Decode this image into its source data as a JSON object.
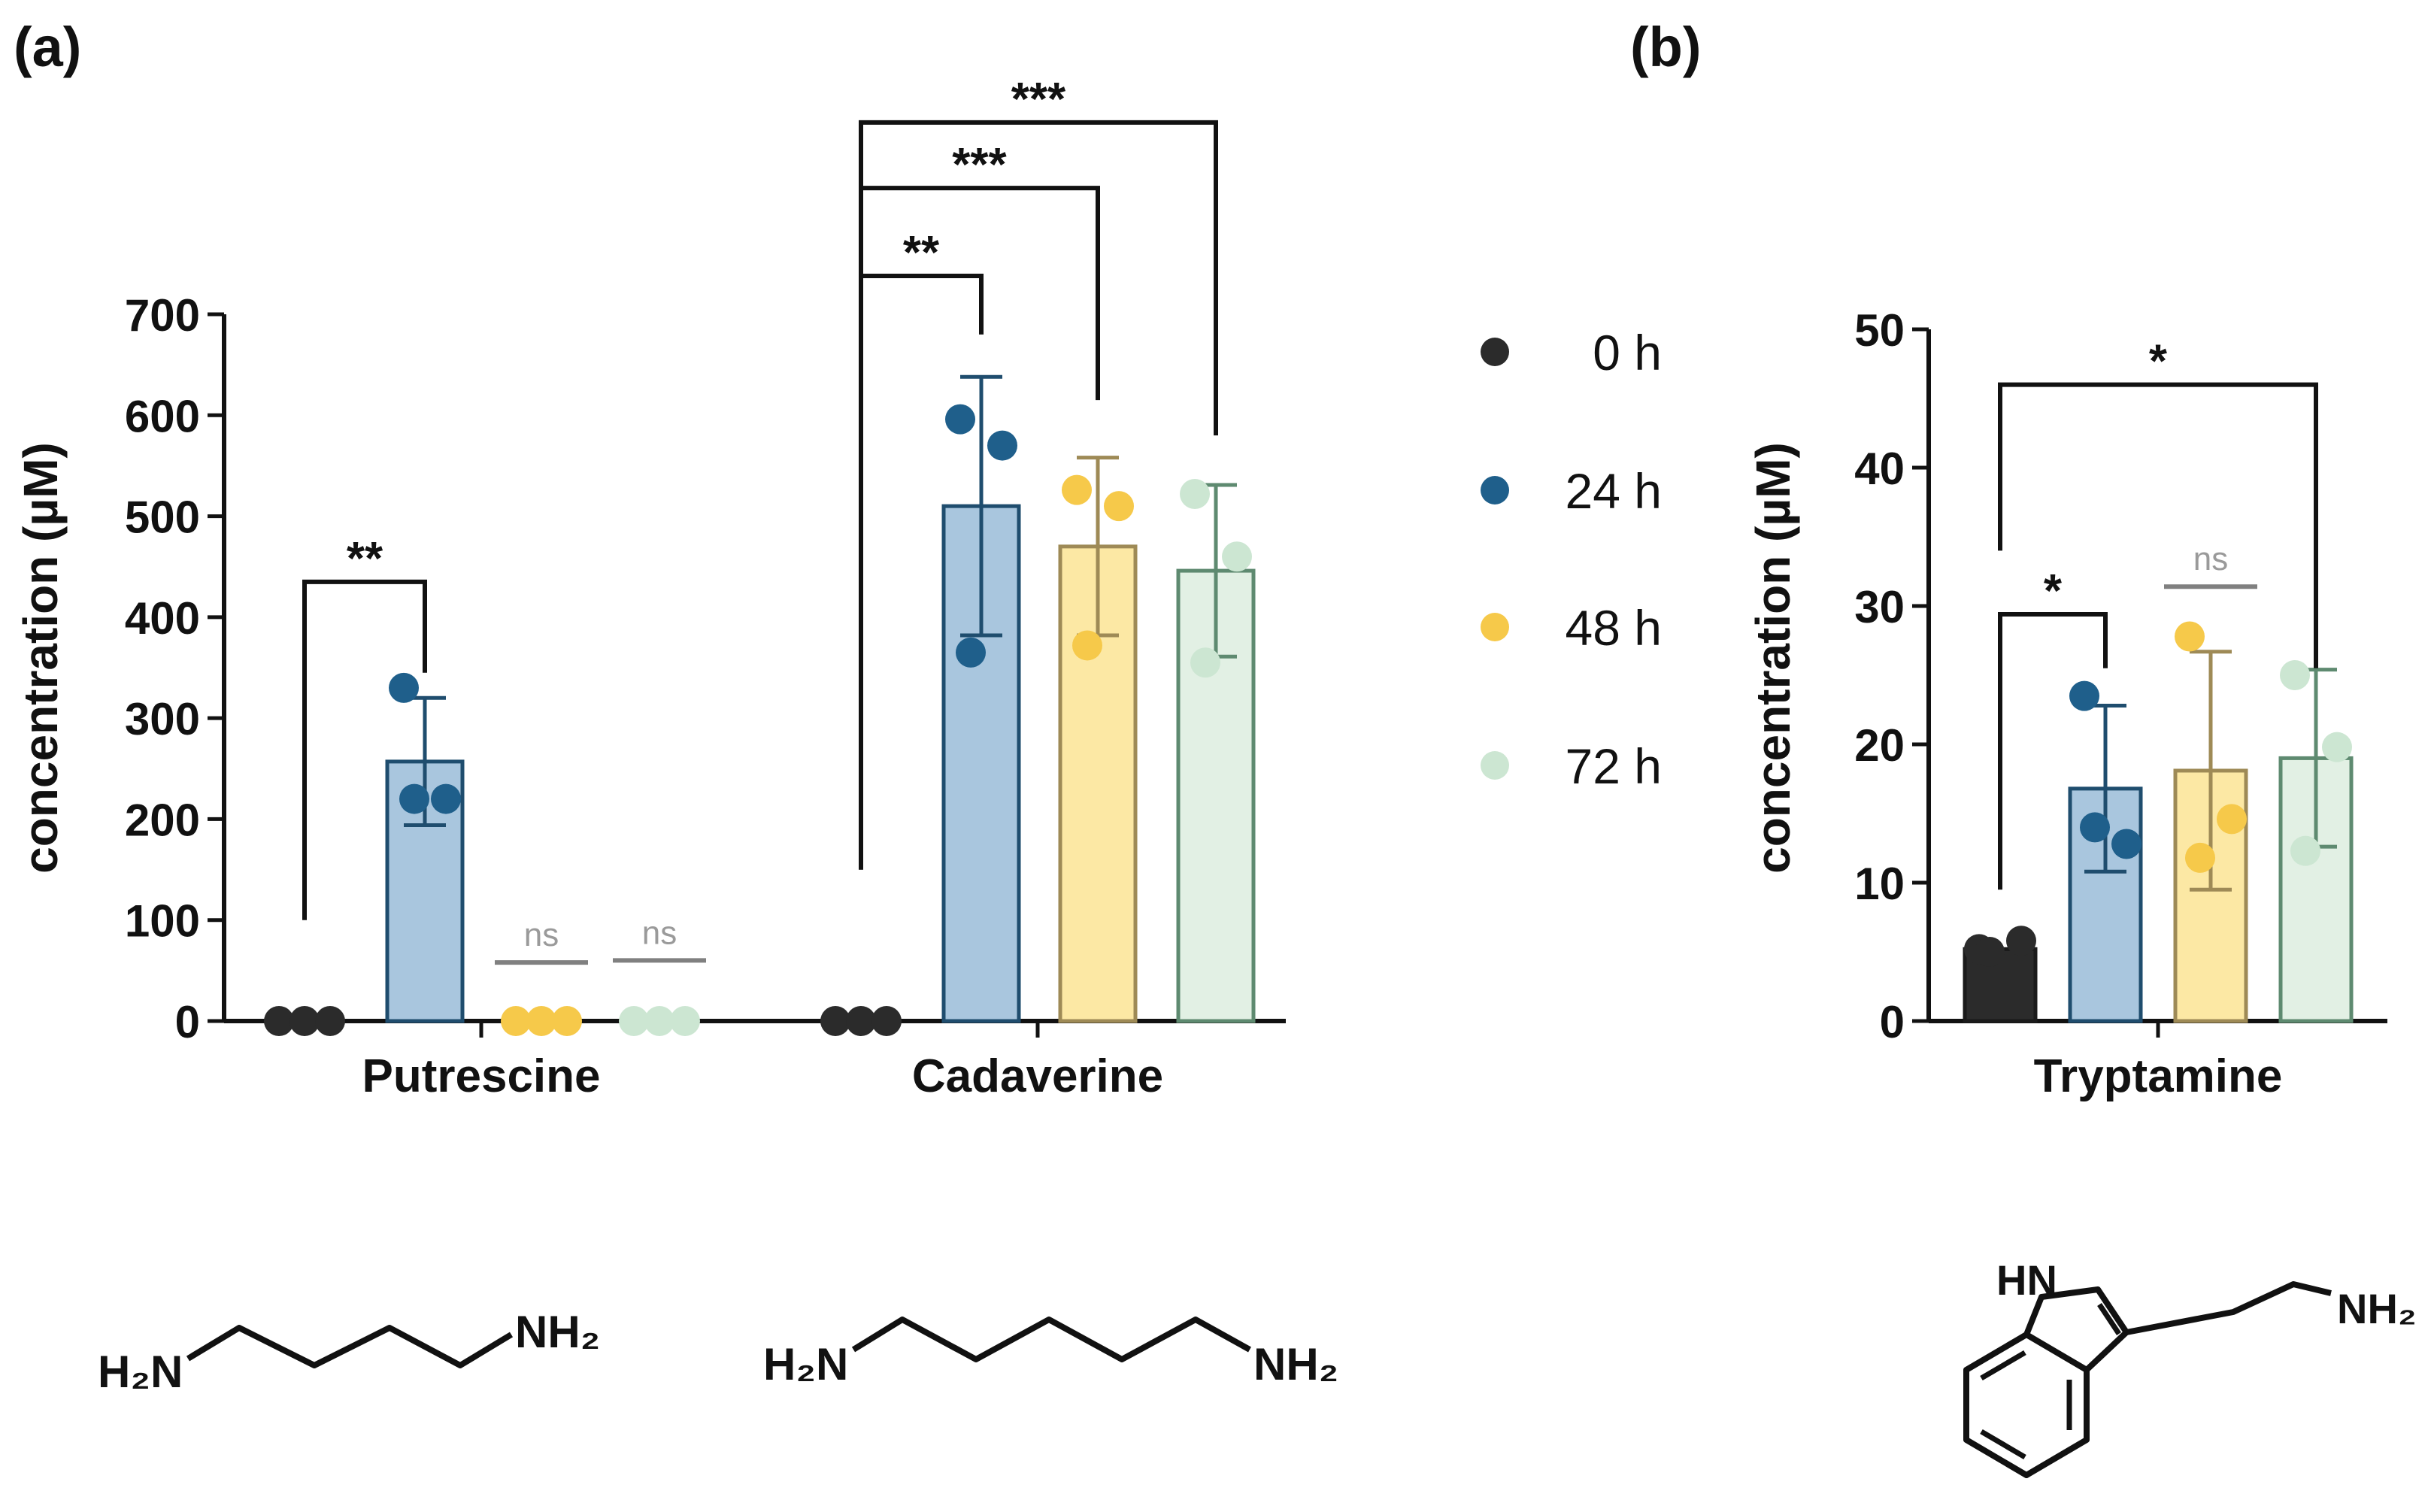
{
  "panel_labels": {
    "a": "(a)",
    "b": "(b)"
  },
  "colors": {
    "0h": {
      "point": "#2b2b2b",
      "fill": "#2b2b2b",
      "stroke": "#1a1a1a"
    },
    "24h": {
      "point": "#1f5f8b",
      "fill": "#a9c6de",
      "stroke": "#1f4d6e"
    },
    "48h": {
      "point": "#f6c94a",
      "fill": "#fce8a4",
      "stroke": "#9e8a56"
    },
    "72h": {
      "point": "#cce6d2",
      "fill": "#e2f0e4",
      "stroke": "#5e8a70"
    },
    "ns": "#808080",
    "ns_text": "#9a9a9a"
  },
  "legend": [
    {
      "key": "0h",
      "label": "0 h"
    },
    {
      "key": "24h",
      "label": "24 h"
    },
    {
      "key": "48h",
      "label": "48 h"
    },
    {
      "key": "72h",
      "label": "72 h"
    }
  ],
  "chart_data": [
    {
      "id": "a",
      "type": "bar",
      "ylabel": "concentration (µM)",
      "ylim": [
        0,
        700
      ],
      "yticks": [
        "0",
        "100",
        "200",
        "300",
        "400",
        "500",
        "600",
        "700"
      ],
      "categories": [
        "Putrescine",
        "Cadaverine"
      ],
      "series": [
        {
          "key": "0h",
          "name": "0 h",
          "values": [
            0,
            0
          ],
          "errors": [
            0,
            0
          ],
          "points": [
            [
              0,
              0,
              0
            ],
            [
              0,
              0,
              0
            ]
          ]
        },
        {
          "key": "24h",
          "name": "24 h",
          "values": [
            257,
            510
          ],
          "errors": [
            63,
            128
          ],
          "points": [
            [
              330,
              220,
              220
            ],
            [
              596,
              570,
              365
            ]
          ]
        },
        {
          "key": "48h",
          "name": "48 h",
          "values": [
            0,
            470
          ],
          "errors": [
            0,
            88
          ],
          "points": [
            [
              0,
              0,
              0
            ],
            [
              526,
              510,
              372
            ]
          ]
        },
        {
          "key": "72h",
          "name": "72 h",
          "values": [
            0,
            446
          ],
          "errors": [
            0,
            85
          ],
          "points": [
            [
              0,
              0,
              0
            ],
            [
              522,
              460,
              355
            ]
          ]
        }
      ],
      "significance": [
        {
          "category": 0,
          "from": "0h",
          "to": "24h",
          "label": "**",
          "level": 435,
          "start": 100,
          "end": 345
        },
        {
          "category": 0,
          "line": "48h",
          "label": "ns",
          "level": 58
        },
        {
          "category": 0,
          "line": "72h",
          "label": "ns",
          "level": 60
        },
        {
          "category": 1,
          "from": "0h",
          "to": "24h",
          "label": "**",
          "level": 738,
          "start": 150,
          "end": 680
        },
        {
          "category": 1,
          "from": "0h",
          "to": "48h",
          "label": "***",
          "level": 825,
          "start": 150,
          "end": 615
        },
        {
          "category": 1,
          "from": "0h",
          "to": "72h",
          "label": "***",
          "level": 890,
          "start": 150,
          "end": 580
        }
      ]
    },
    {
      "id": "b",
      "type": "bar",
      "ylabel": "concentration (µM)",
      "ylim": [
        0,
        50
      ],
      "yticks": [
        "0",
        "10",
        "20",
        "30",
        "40",
        "50"
      ],
      "categories": [
        "Tryptamine"
      ],
      "series": [
        {
          "key": "0h",
          "name": "0 h",
          "values": [
            5.2
          ],
          "errors": [
            0
          ],
          "points": [
            [
              5.2,
              5.8,
              5.0
            ]
          ]
        },
        {
          "key": "24h",
          "name": "24 h",
          "values": [
            16.8
          ],
          "errors": [
            6.0
          ],
          "points": [
            [
              23.5,
              12.8,
              14.0
            ]
          ]
        },
        {
          "key": "48h",
          "name": "48 h",
          "values": [
            18.1
          ],
          "errors": [
            8.6
          ],
          "points": [
            [
              27.8,
              14.6,
              11.8
            ]
          ]
        },
        {
          "key": "72h",
          "name": "72 h",
          "values": [
            19.0
          ],
          "errors": [
            6.4
          ],
          "points": [
            [
              25.0,
              19.8,
              12.3
            ]
          ]
        }
      ],
      "significance": [
        {
          "category": 0,
          "from": "0h",
          "to": "24h",
          "label": "*",
          "level": 29.4,
          "start": 9.5,
          "end": 25.5
        },
        {
          "category": 0,
          "line": "48h",
          "label": "ns",
          "level": 31.4
        },
        {
          "category": 0,
          "from": "0h",
          "to": "72h",
          "label": "*",
          "level": 46.0,
          "start": 34.0,
          "end": 25.5
        }
      ]
    }
  ],
  "structures": {
    "putrescine": {
      "left": "H₂N",
      "right": "NH₂"
    },
    "cadaverine": {
      "left": "H₂N",
      "right": "NH₂"
    },
    "tryptamine": {
      "ring_nh": "HN",
      "amine": "NH₂"
    }
  }
}
